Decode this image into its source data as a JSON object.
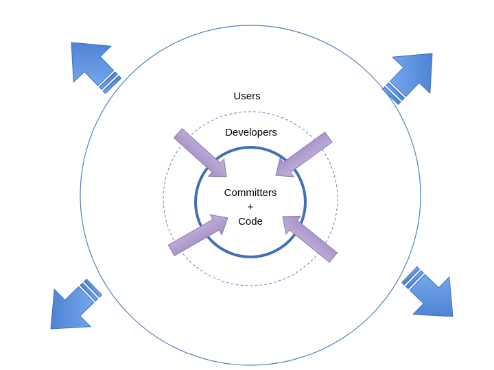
{
  "diagram": {
    "rings": {
      "users": "Users",
      "developers": "Developers",
      "core": [
        "Committers",
        "+",
        "Code"
      ]
    },
    "colors": {
      "outer_ring": "#4f7fb8",
      "dashed_ring": "#5b83c0",
      "core_ring": "#3f6fb5",
      "outward_arrow": "#4a86d9",
      "inward_arrow": "#b3a0cf"
    }
  }
}
